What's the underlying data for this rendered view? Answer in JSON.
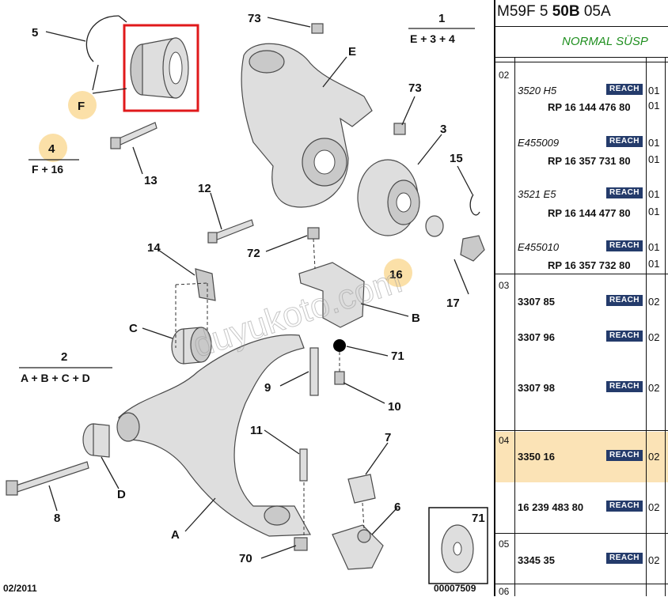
{
  "header": {
    "title_prefix": "M59F 5 ",
    "title_bold": "50B",
    "title_suffix": " 05A",
    "subtitle": "NORMAL SÜSP"
  },
  "groups": [
    {
      "no": "02",
      "items": [
        {
          "ref": "3520 H5",
          "part": "RP 16 144 476 80",
          "badge": "REACH",
          "qty": "01",
          "qty2": "01"
        },
        {
          "ref": "E455009",
          "part": "RP 16 357 731 80",
          "badge": "REACH",
          "qty": "01",
          "qty2": "01"
        },
        {
          "ref": "3521 E5",
          "part": "RP 16 144 477 80",
          "badge": "REACH",
          "qty": "01",
          "qty2": "01"
        },
        {
          "ref": "E455010",
          "part": "RP 16 357 732 80",
          "badge": "REACH",
          "qty": "01",
          "qty2": "01"
        }
      ]
    },
    {
      "no": "03",
      "items": [
        {
          "part": "3307 85",
          "badge": "REACH",
          "qty": "02"
        },
        {
          "part": "3307 96",
          "badge": "REACH",
          "qty": "02"
        },
        {
          "part": "3307 98",
          "badge": "REACH",
          "qty": "02"
        }
      ]
    },
    {
      "no": "04",
      "items": [
        {
          "part": "3350 16",
          "badge": "REACH",
          "qty": "02"
        },
        {
          "part": "16 239 483 80",
          "badge": "REACH",
          "qty": "02"
        }
      ]
    },
    {
      "no": "05",
      "items": [
        {
          "part": "3345 35",
          "badge": "REACH",
          "qty": "02"
        }
      ]
    },
    {
      "no": "06"
    }
  ],
  "diagram": {
    "callouts": {
      "c1": "1",
      "c2": "2",
      "c3": "3",
      "c4": "4",
      "c5": "5",
      "c6": "6",
      "c7": "7",
      "c8": "8",
      "c9": "9",
      "c10": "10",
      "c11": "11",
      "c12": "12",
      "c13": "13",
      "c14": "14",
      "c15": "15",
      "c16": "16",
      "c17": "17",
      "c70": "70",
      "c71": "71",
      "c72": "72",
      "c73a": "73",
      "c73b": "73",
      "cA": "A",
      "cB": "B",
      "cC": "C",
      "cD": "D",
      "cE": "E",
      "cF": "F"
    },
    "formulas": {
      "g1": "E + 3 + 4",
      "g2": "A + B + C + D",
      "g4": "F + 16"
    },
    "watermark": "duyukoto.com",
    "inset_label": "71",
    "date": "02/2011",
    "code": "00007509"
  }
}
